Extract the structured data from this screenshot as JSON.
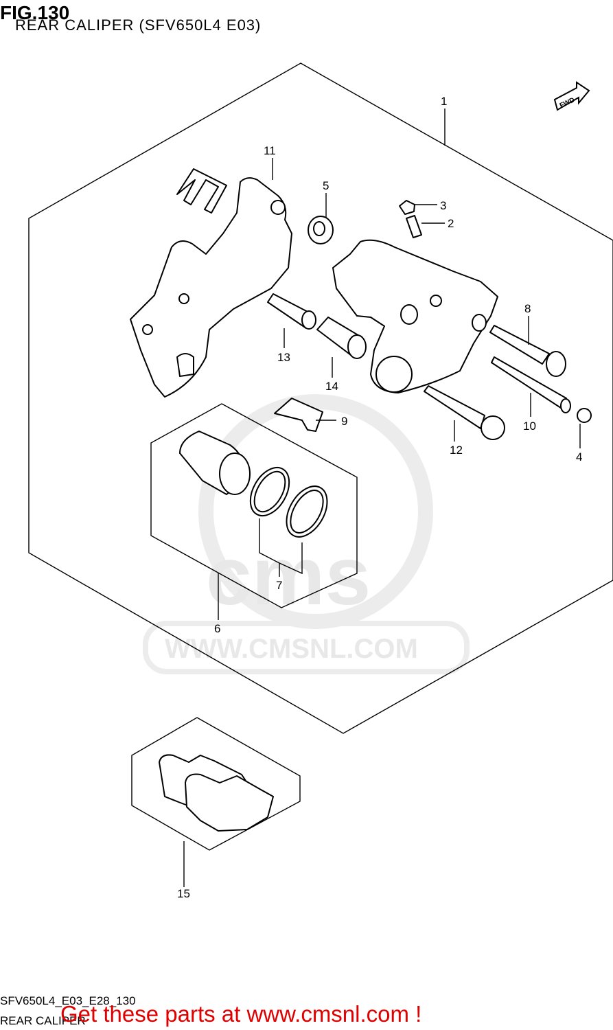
{
  "header": {
    "fig_label": "FIG.130",
    "subtitle": "REAR CALIPER (SFV650L4 E03)"
  },
  "fwd_label": "FWD",
  "watermark": {
    "logo_text": "cms",
    "url_text": "WWW.CMSNL.COM"
  },
  "callouts": [
    {
      "id": "1",
      "label": "1"
    },
    {
      "id": "2",
      "label": "2"
    },
    {
      "id": "3",
      "label": "3"
    },
    {
      "id": "4",
      "label": "4"
    },
    {
      "id": "5",
      "label": "5"
    },
    {
      "id": "6",
      "label": "6"
    },
    {
      "id": "7",
      "label": "7"
    },
    {
      "id": "8",
      "label": "8"
    },
    {
      "id": "9",
      "label": "9"
    },
    {
      "id": "10",
      "label": "10"
    },
    {
      "id": "11",
      "label": "11"
    },
    {
      "id": "12",
      "label": "12"
    },
    {
      "id": "13",
      "label": "13"
    },
    {
      "id": "14",
      "label": "14"
    },
    {
      "id": "15",
      "label": "15"
    }
  ],
  "footer": {
    "diagram_code": "SFV650L4_E03_E28_130",
    "caption": "REAR CALIPER",
    "promo": "Get these parts at www.cmsnl.com !"
  }
}
